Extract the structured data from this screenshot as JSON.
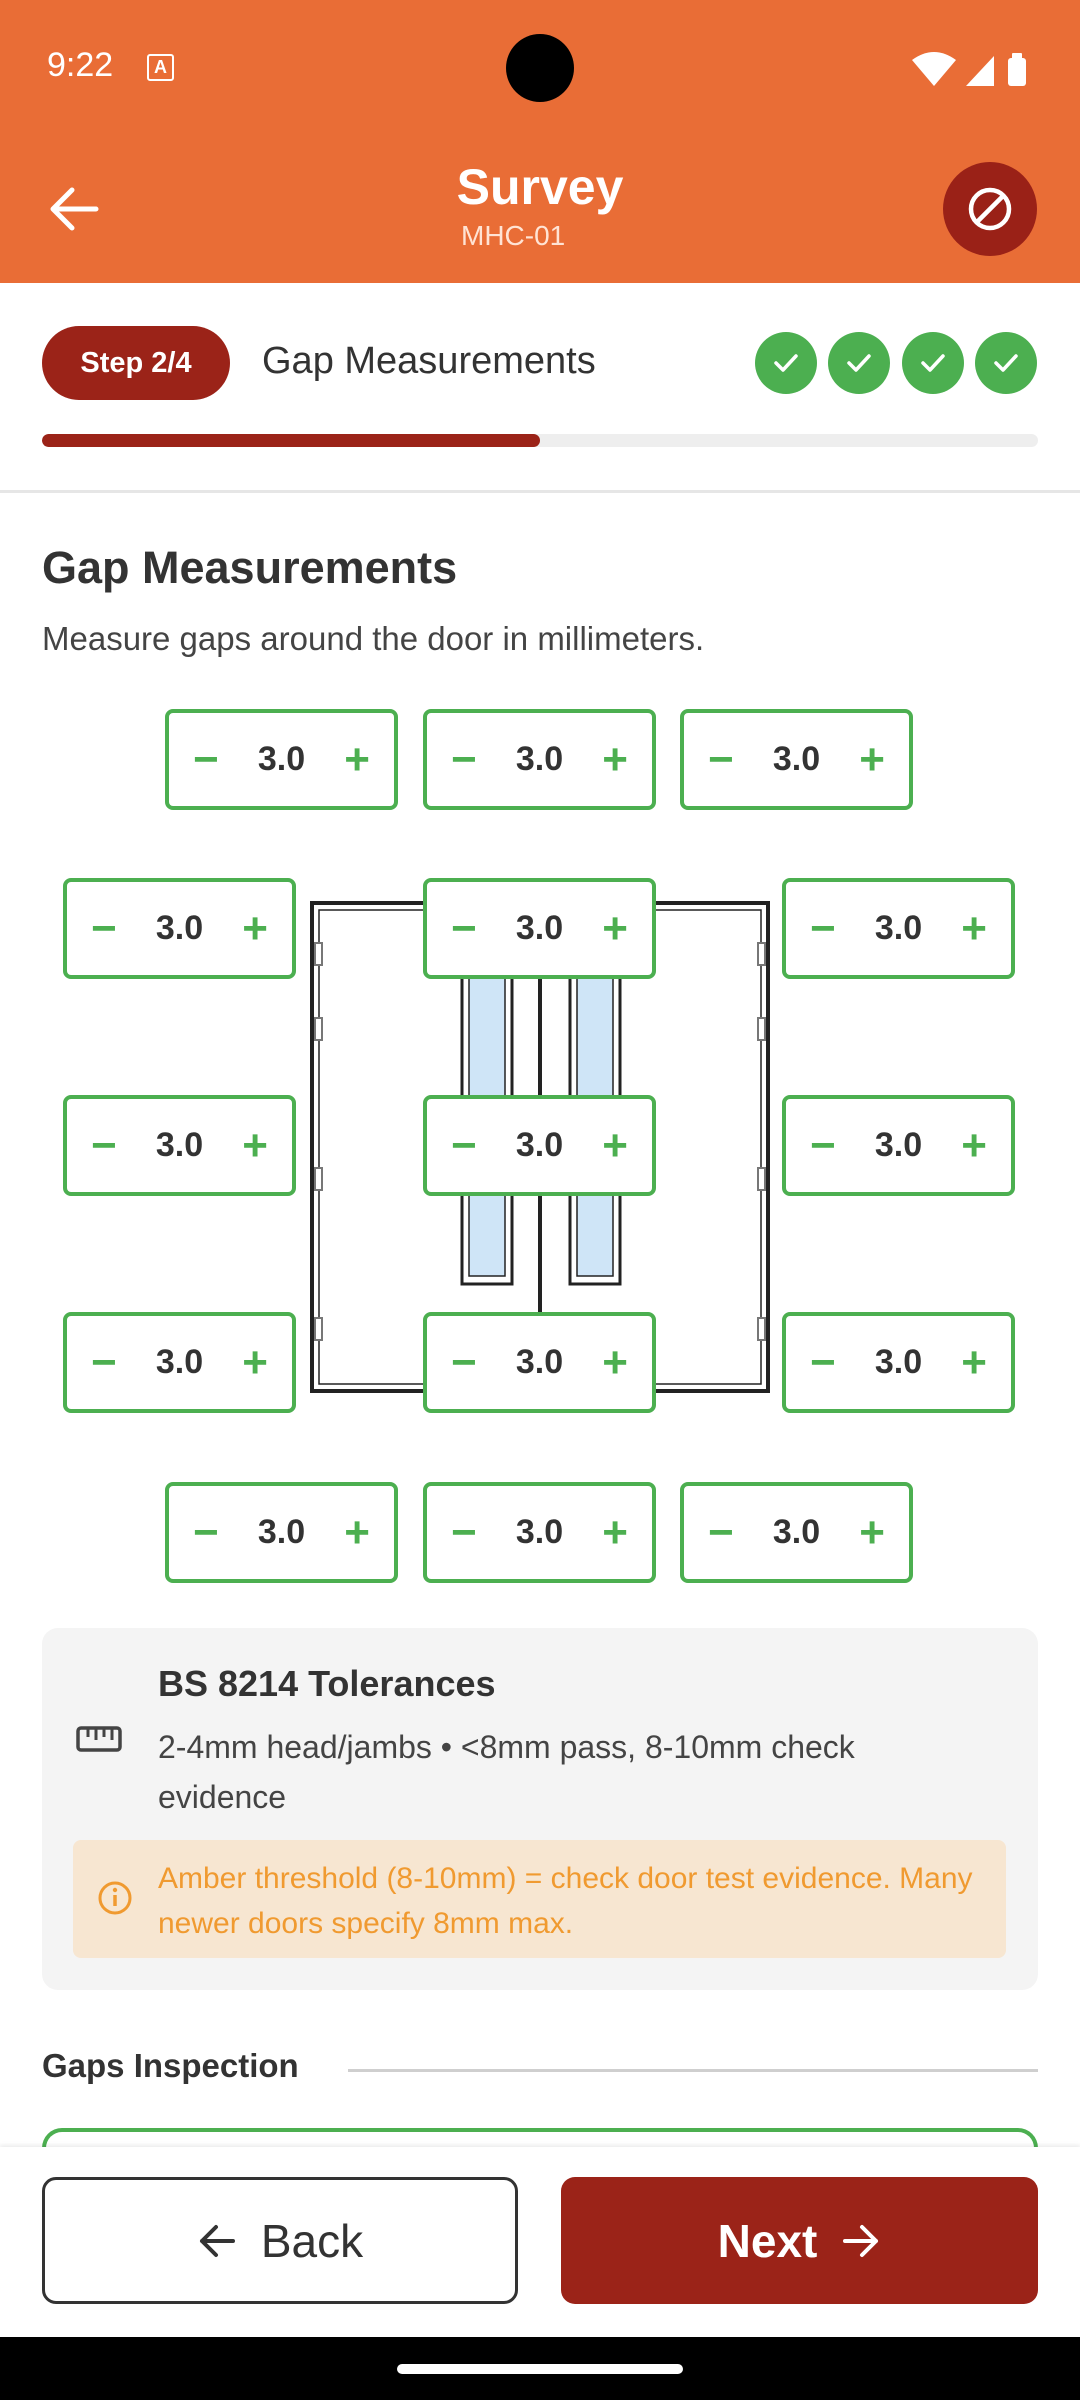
{
  "status_bar": {
    "time": "9:22",
    "notification_icon": "a-icon"
  },
  "header": {
    "title": "Survey",
    "subtitle": "MHC-01",
    "back_icon": "arrow-left-icon",
    "action_icon": "cancel-icon"
  },
  "stepper": {
    "step_label": "Step 2/4",
    "title": "Gap Measurements",
    "completed_steps": 4,
    "progress": 0.5
  },
  "section": {
    "title": "Gap Measurements",
    "description": "Measure gaps around the door in millimeters."
  },
  "gaps": {
    "top": [
      "3.0",
      "3.0",
      "3.0"
    ],
    "row1": [
      "3.0",
      "3.0",
      "3.0"
    ],
    "row2": [
      "3.0",
      "3.0",
      "3.0"
    ],
    "row3": [
      "3.0",
      "3.0",
      "3.0"
    ],
    "bottom": [
      "3.0",
      "3.0",
      "3.0"
    ]
  },
  "tolerances": {
    "title": "BS 8214 Tolerances",
    "text": "2-4mm head/jambs • <8mm pass, 8-10mm check evidence",
    "warning": "Amber threshold (8-10mm) = check door test evidence. Many newer doors specify 8mm max."
  },
  "inspection": {
    "title": "Gaps Inspection"
  },
  "footer": {
    "back_label": "Back",
    "next_label": "Next"
  },
  "colors": {
    "header": "#e96d36",
    "accent": "#9b2318",
    "success": "#4caf50",
    "warning": "#f09a30"
  }
}
